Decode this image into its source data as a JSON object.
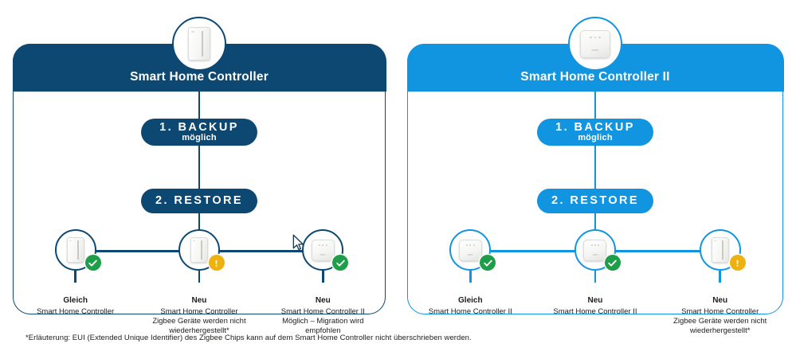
{
  "panels": [
    {
      "id": "left",
      "accent_color": "#0d4873",
      "title": "Smart Home Controller",
      "avatar_icon": "wall-switch-device-icon",
      "backup": {
        "line1": "1. BACKUP",
        "line2": "möglich"
      },
      "restore": {
        "line1": "2. RESTORE",
        "line2": ""
      },
      "nodes": [
        {
          "device_icon": "wall-switch-device-icon",
          "badge": "check-badge-icon",
          "badge_status": "ok",
          "badge_color": "#1e9e48",
          "title": "Gleich",
          "body": "Smart Home Controller",
          "cursor": false
        },
        {
          "device_icon": "wall-switch-device-icon",
          "badge": "warning-badge-icon",
          "badge_status": "warn",
          "badge_color": "#edb211",
          "title": "Neu",
          "body": "Smart Home Controller\nZigbee Geräte werden nicht\nwiederhergestellt*",
          "cursor": false
        },
        {
          "device_icon": "hub-device-icon",
          "badge": "check-badge-icon",
          "badge_status": "ok",
          "badge_color": "#1e9e48",
          "title": "Neu",
          "body": "Smart Home Controller II\nMöglich – Migration wird\nempfohlen",
          "cursor": true
        }
      ]
    },
    {
      "id": "right",
      "accent_color": "#1295e0",
      "title": "Smart Home Controller II",
      "avatar_icon": "hub-device-icon",
      "backup": {
        "line1": "1. BACKUP",
        "line2": "möglich"
      },
      "restore": {
        "line1": "2. RESTORE",
        "line2": ""
      },
      "nodes": [
        {
          "device_icon": "hub-device-icon",
          "badge": "check-badge-icon",
          "badge_status": "ok",
          "badge_color": "#1e9e48",
          "title": "Gleich",
          "body": "Smart Home Controller II",
          "cursor": false
        },
        {
          "device_icon": "hub-device-icon",
          "badge": "check-badge-icon",
          "badge_status": "ok",
          "badge_color": "#1e9e48",
          "title": "Neu",
          "body": "Smart Home Controller II",
          "cursor": false
        },
        {
          "device_icon": "wall-switch-device-icon",
          "badge": "warning-badge-icon",
          "badge_status": "warn",
          "badge_color": "#edb211",
          "title": "Neu",
          "body": "Smart Home Controller\nZigbee Geräte werden nicht\nwiederhergestellt*",
          "cursor": false
        }
      ]
    }
  ],
  "footnote": "*Erläuterung: EUI (Extended Unique Identifier) des Zigbee Chips kann auf dem Smart Home Controller nicht überschrieben werden."
}
